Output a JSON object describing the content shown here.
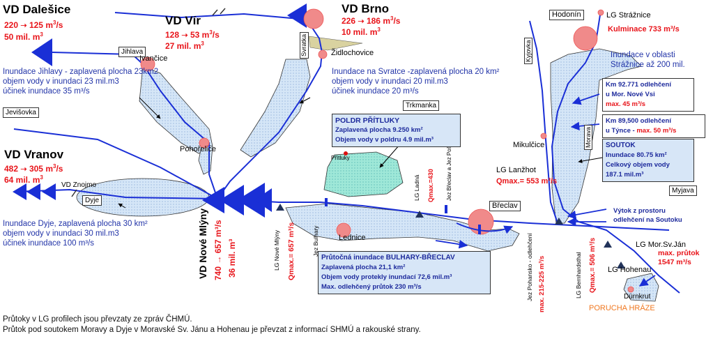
{
  "map": {
    "dams": {
      "dalesice": {
        "name": "VD Dalešice",
        "flow_in": "220",
        "flow_out": "125",
        "volume": "50 mil. m",
        "unit": "m",
        "sup": "3",
        "unit_s": "/s"
      },
      "vir": {
        "name": "VD Vír",
        "flow_in": "128",
        "flow_out": "53",
        "volume": "27 mil. m",
        "unit": "m",
        "sup": "3",
        "unit_s": "/s"
      },
      "brno": {
        "name": "VD Brno",
        "flow_in": "226",
        "flow_out": "186",
        "volume": "10 mil. m",
        "unit": "m",
        "sup": "3",
        "unit_s": "/s"
      },
      "vranov": {
        "name": "VD Vranov",
        "flow_in": "482",
        "flow_out": "305",
        "volume": "64 mil. m",
        "unit": "m",
        "sup": "3",
        "unit_s": "/s"
      },
      "nove_mlyny": {
        "name": "VD Nové Mlýny",
        "flow": "740 → 657 m³/s",
        "volume": "36 mil. m³"
      }
    },
    "places": {
      "jihlava": "Jihlava",
      "svratka": "Svratka",
      "ivancice": "Ivančice",
      "zidlochovice": "Židlochovice",
      "jevisovka": "Jevišovka",
      "pohorelice": "Pohořelice",
      "trkmanka": "Trkmanka",
      "pritluky": "Přítluky",
      "znojmo": "VD Znojmo",
      "dyje": "Dyje",
      "lednice": "Lednice",
      "breclav": "Břeclav",
      "hodonin": "Hodonín",
      "kyjovka": "Kyjovka",
      "mikulcice": "Mikulčice",
      "morava": "Morava",
      "myjava": "Myjava",
      "lg_straznice": "LG Strážnice",
      "lg_lanzhot": "LG Lanžhot",
      "lg_mor_sv_jan": "LG Mor.Sv.Ján",
      "lg_hohenau": "LG Hohenau",
      "durnkrut": "Dürnkrut"
    },
    "gauges": {
      "lg_nove_mlyny": "LG Nové Mlýny",
      "jez_bulhary": "Jez Bulhary",
      "qmax_nm": "Qmax.= 657 m³/s",
      "lg_ladna": "LG Ladná",
      "qmax_ladna": "Qmax.=430",
      "jez_breclav": "Jez Břeclav a Jez Poštorná",
      "jez_pohansko": "Jez Pohansko - odlehčení",
      "max_pohansko": "max. 215-225 m³/s",
      "lg_bernhardsthal": "LG Bernhardsthal",
      "qmax_bernhardsthal": "Qmax.= 506 m³/s"
    },
    "inundations": {
      "jihlava": [
        "Inundace Jihlavy - zaplavená plocha 23km2",
        "objem vody v inundaci 23 mil.m3",
        "účinek inundace 35 m³/s"
      ],
      "svratka": [
        "Inundace na Svratce -zaplavená plocha 20 km²",
        "objem vody v inundaci 20 mil.m3",
        "účinek inundace 20 m³/s"
      ],
      "dyje": [
        "Inundace Dyje, zaplavená plocha 30 km²",
        "objem vody v inundaci 30 mil.m3",
        "účinek inundace 100 m³/s"
      ],
      "morava_straznice": [
        "Inundace v oblasti",
        "Strážnice až 200 mil."
      ]
    },
    "info_boxes": {
      "poldr": {
        "title": "POLDR PŘÍTLUKY",
        "lines": [
          "Zaplavená plocha 9.250 km²",
          "Objem vody v poldru 4.9 mil.m³"
        ]
      },
      "bulhary": {
        "title": "Průtočná inundace BULHARY-BŘECLAV",
        "lines": [
          "Zaplavená plocha 21,1 km²",
          "Objem vody protekly inundací 72,6 mil.m³",
          "Max. odlehčený průtok 230 m³/s"
        ]
      },
      "km92": {
        "lines": [
          "Km 92.771 odlehčení",
          "u Mor. Nové Vsi"
        ],
        "max": "max. 45 m³/s"
      },
      "km89": {
        "lines": [
          "Km 89,500 odlehčení",
          "u Týnce - "
        ],
        "max": "max. 50 m³/s"
      },
      "soutok": {
        "title": "SOUTOK",
        "lines": [
          "Inundace 80.75 km²",
          "Celkový objem vody",
          "187.1 mil.m³"
        ]
      }
    },
    "labels": {
      "kulminace": "Kulminace 733 m³/s",
      "qmax_lanzhot": "Qmax.= 553 m³/s",
      "vytok": [
        "Výtok z prostoru",
        "odlehčení na Soutoku"
      ],
      "max_prutok": [
        "max. průtok",
        "1547 m³/s"
      ],
      "porucha": "PORUCHA HRÁZE"
    },
    "footer": [
      "Průtoky v LG profilech jsou převzaty ze zpráv ČHMÚ.",
      "Průtok pod soutokem Moravy a Dyje v Moravské Sv. Jánu a Hohenau je převzat z informací SHMÚ a rakouské strany."
    ],
    "colors": {
      "river": "#1a2fd6",
      "inundation": "#cfe2f5",
      "reservoir": "#f08a8a",
      "flow_text": "#e8141a",
      "text_blue": "#1d2a9c",
      "poldr": "#8fe3d3",
      "porucha": "#f07820"
    }
  }
}
